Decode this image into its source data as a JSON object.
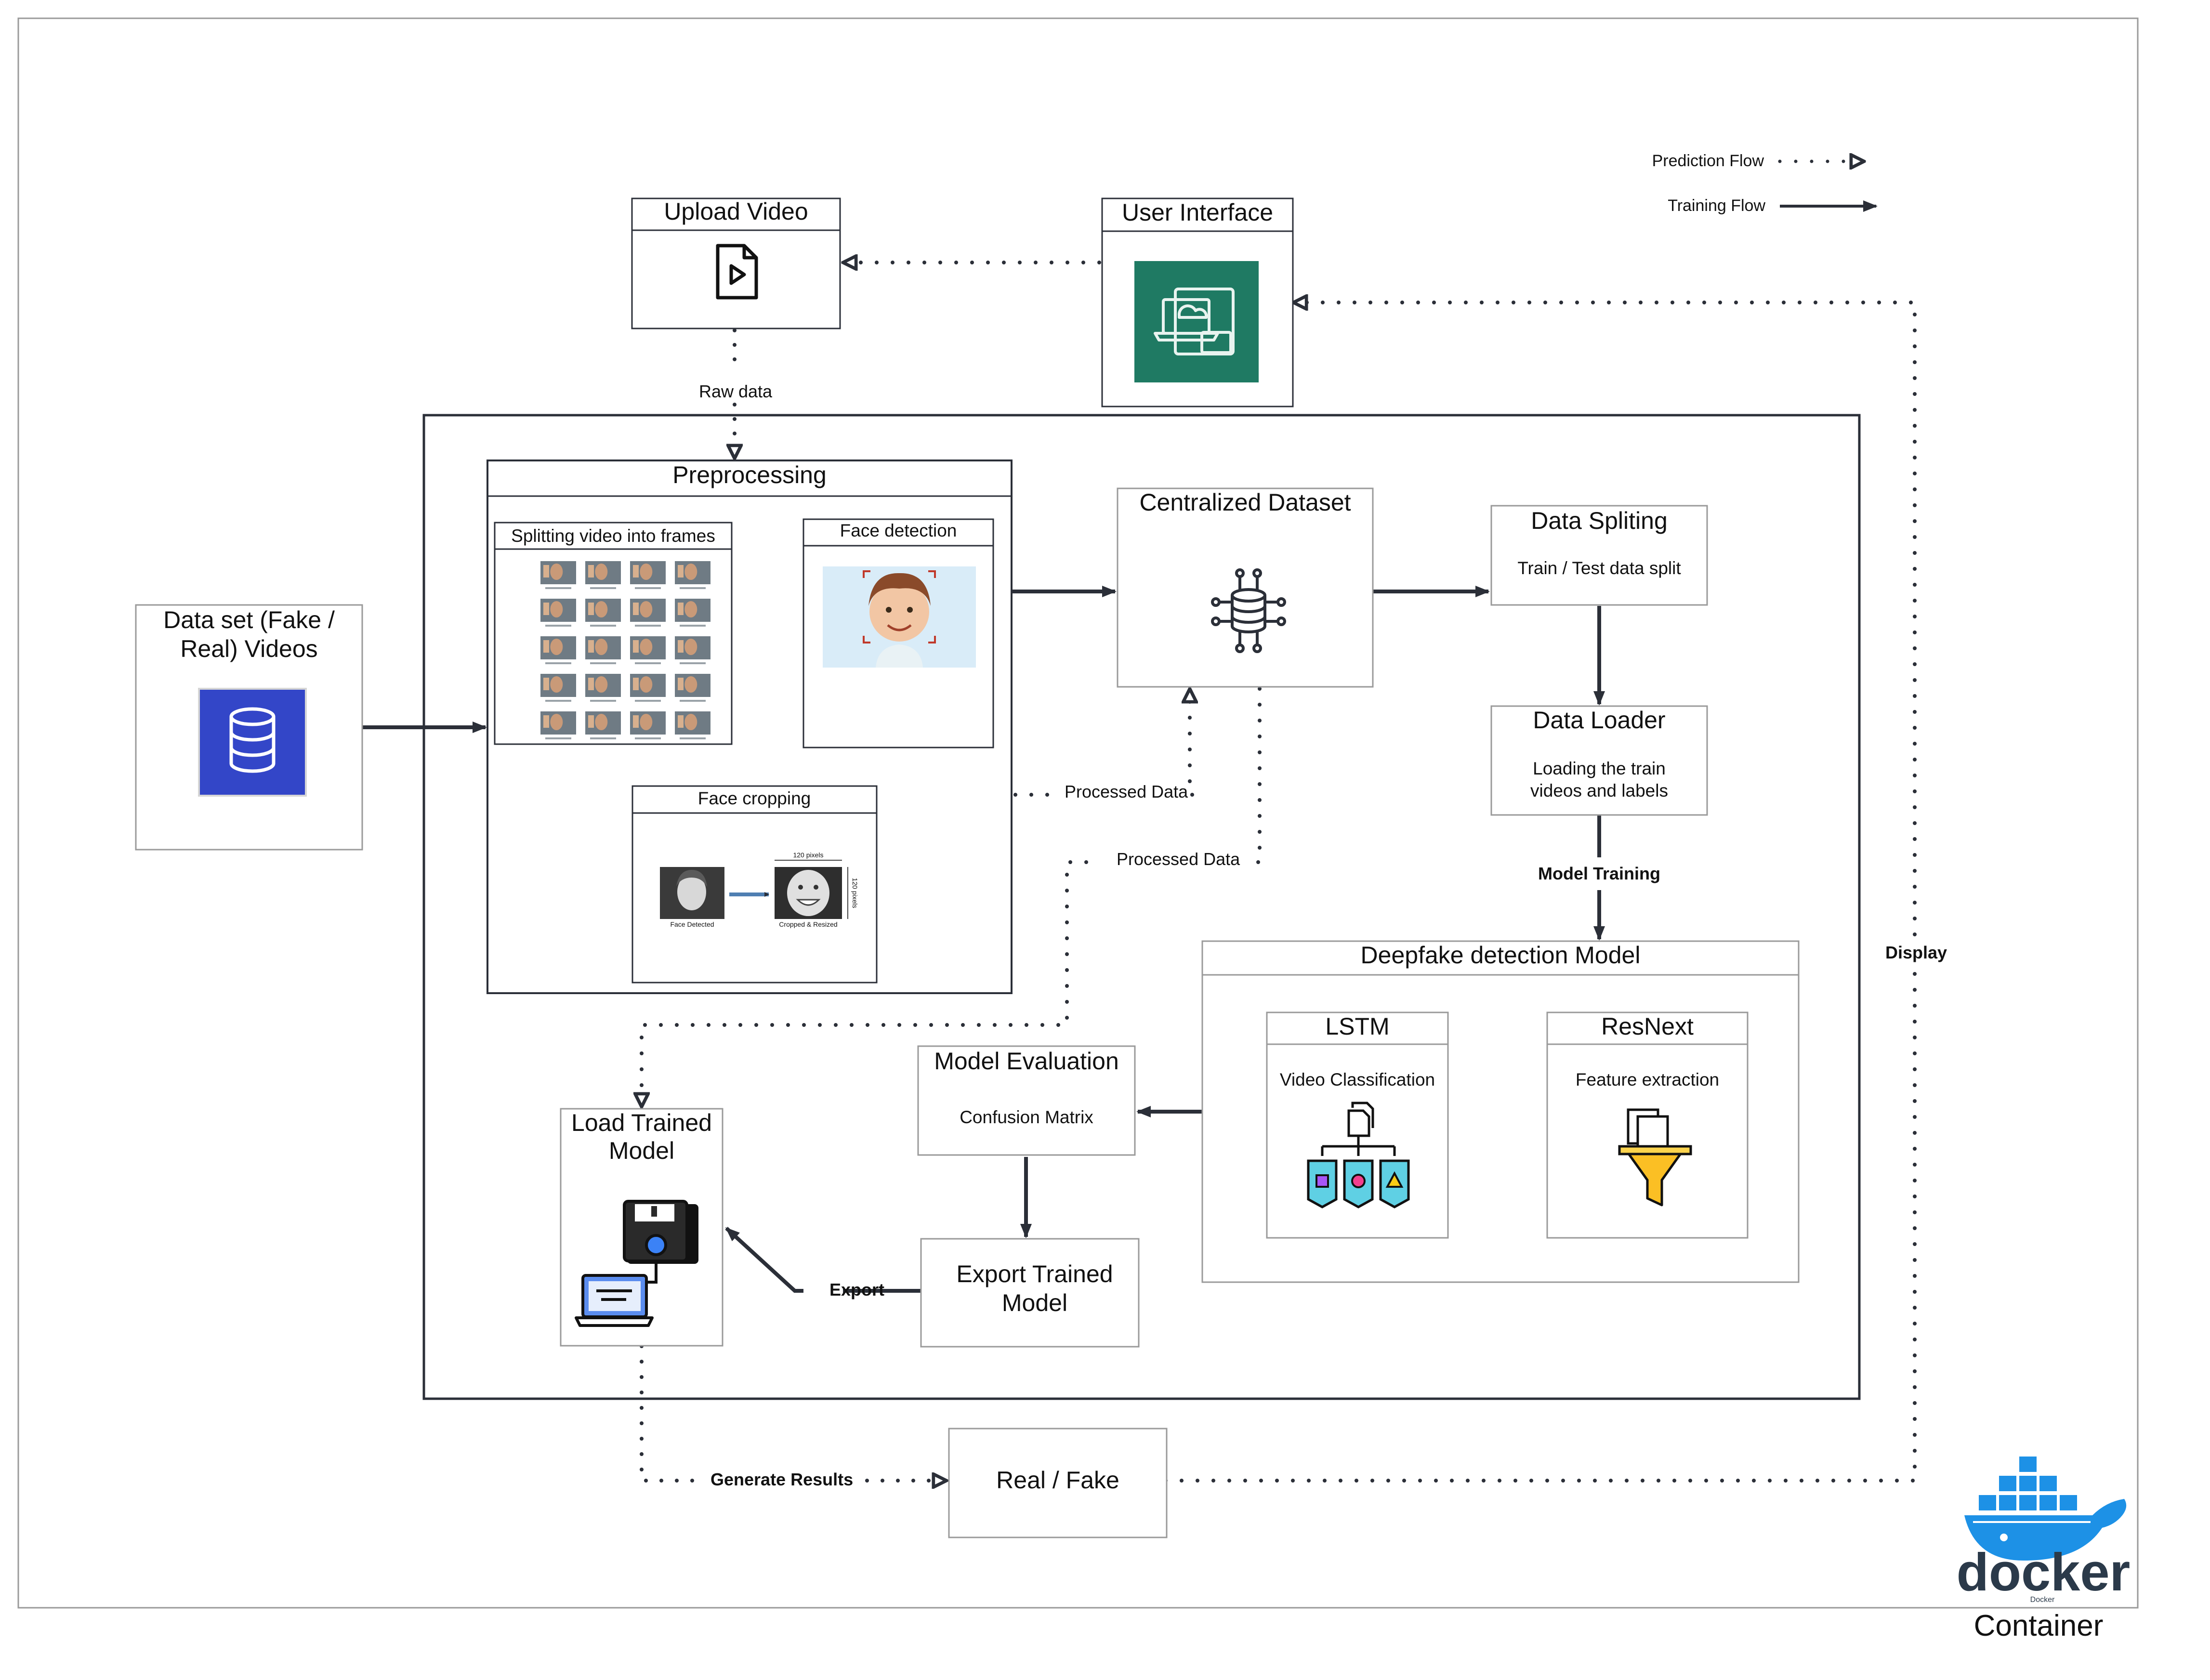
{
  "legend": {
    "prediction_flow": "Prediction Flow",
    "training_flow": "Training Flow"
  },
  "nodes": {
    "upload_video": {
      "title": "Upload  Video"
    },
    "user_interface": {
      "title": "User Interface"
    },
    "dataset": {
      "title_line1": "Data set (Fake /",
      "title_line2": "Real) Videos"
    },
    "preprocessing": {
      "title": "Preprocessing"
    },
    "splitting": {
      "title": "Splitting video into frames"
    },
    "face_detection": {
      "title": "Face detection"
    },
    "face_cropping": {
      "title": "Face cropping",
      "caption_left": "Face Detected",
      "caption_right": "Cropped & Resized",
      "dim_top": "120 pixels",
      "dim_side": "120 pixels"
    },
    "centralized_dataset": {
      "title": "Centralized Dataset"
    },
    "data_splitting": {
      "title": "Data Spliting",
      "subtitle": "Train / Test data split"
    },
    "data_loader": {
      "title": "Data Loader",
      "subtitle_line1": "Loading the train",
      "subtitle_line2": "videos and labels"
    },
    "deepfake_model": {
      "title": "Deepfake detection Model"
    },
    "lstm": {
      "title": "LSTM",
      "subtitle": "Video Classification"
    },
    "resnext": {
      "title": "ResNext",
      "subtitle": "Feature extraction"
    },
    "model_evaluation": {
      "title": "Model Evaluation",
      "subtitle": "Confusion Matrix"
    },
    "export_model": {
      "title_line1": "Export Trained",
      "title_line2": "Model"
    },
    "load_model": {
      "title_line1": "Load Trained",
      "title_line2": "Model"
    },
    "real_fake": {
      "title": "Real / Fake"
    },
    "docker": {
      "wordmark": "docker",
      "small": "Docker",
      "caption": "Container"
    }
  },
  "edges": {
    "raw_data": "Raw data",
    "processed_data_1": "Processed Data",
    "processed_data_2": "Processed Data",
    "model_training": "Model Training",
    "export": "Export",
    "generate_results": "Generate Results",
    "display": "Display"
  },
  "colors": {
    "line": "#2b2f38",
    "ui_icon_bg": "#1f7a63",
    "db_icon_bg": "#3346c8",
    "docker_blue": "#1d91e6",
    "docker_dark": "#2b3a4a"
  },
  "icons": {
    "upload_video": "video-file-icon",
    "user_interface": "cloud-devices-icon",
    "dataset": "database-icon",
    "centralized_dataset": "ai-database-icon",
    "lstm": "classification-tree-icon",
    "resnext": "filter-funnel-icon",
    "load_model": "floppy-laptop-icon",
    "docker": "docker-whale-icon"
  }
}
